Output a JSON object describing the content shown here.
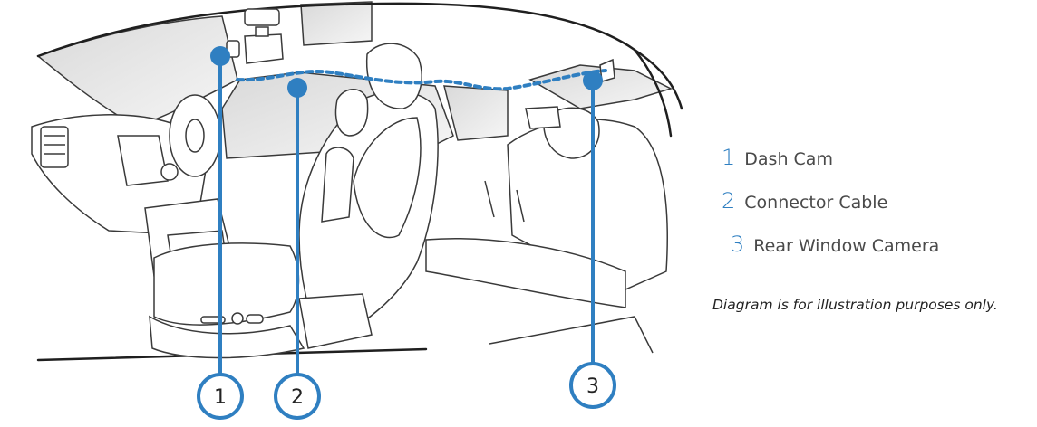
{
  "legend": {
    "items": [
      {
        "number": "1",
        "label": "Dash Cam"
      },
      {
        "number": "2",
        "label": "Connector Cable"
      },
      {
        "number": "3",
        "label": "Rear Window Camera"
      }
    ]
  },
  "note": "Diagram is for illustration purposes only.",
  "markers": [
    "1",
    "2",
    "3"
  ],
  "colors": {
    "accent": "#2f7fc1",
    "line": "#3a3a3a",
    "glass": "#e4e4e4"
  }
}
